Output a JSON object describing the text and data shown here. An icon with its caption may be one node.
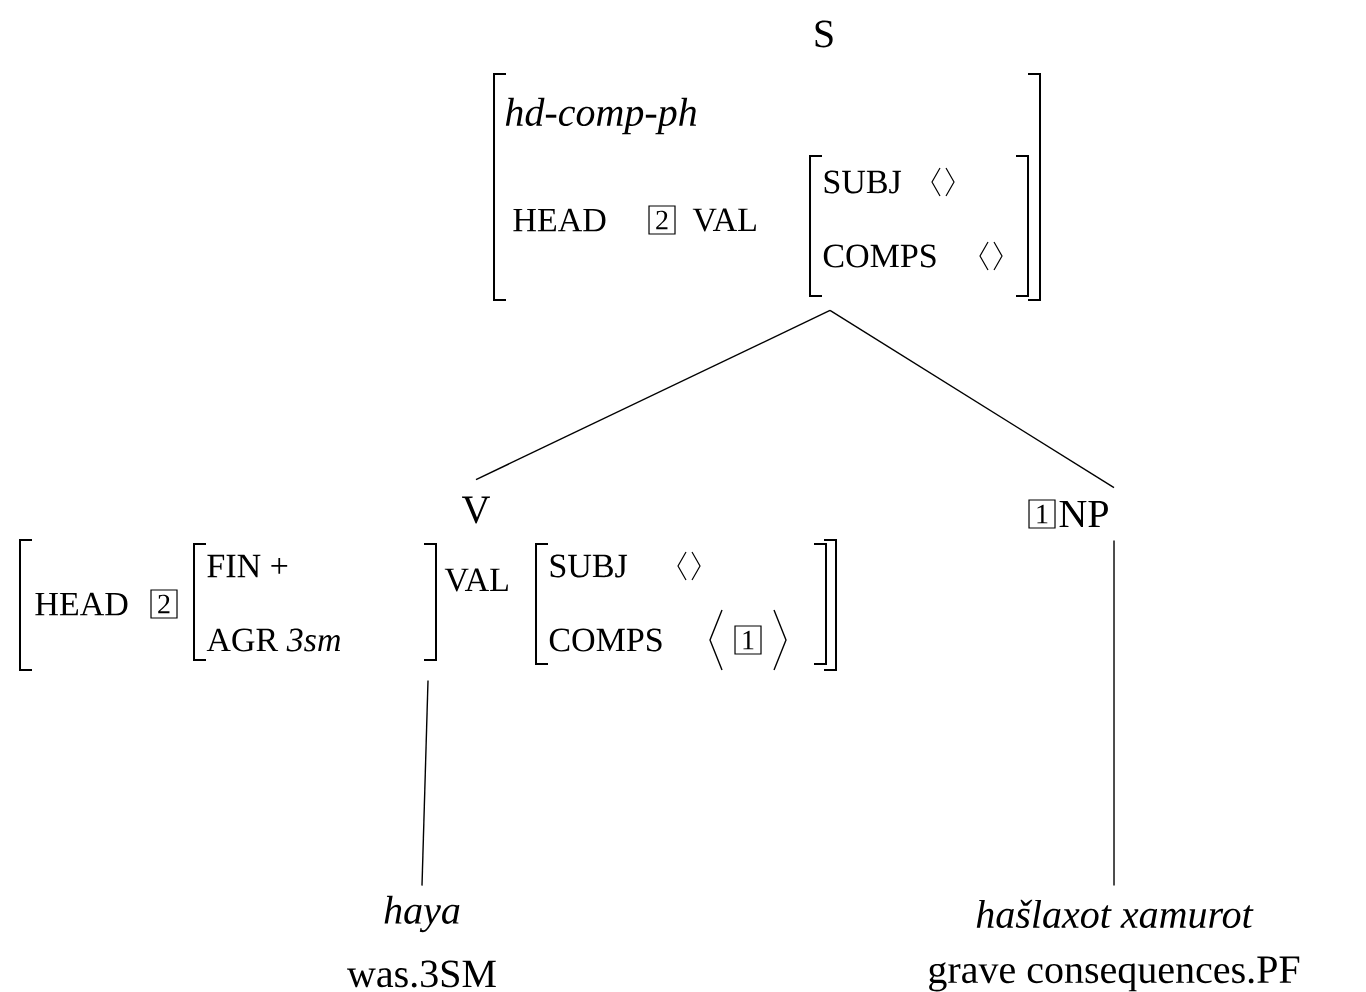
{
  "diagram": {
    "nodes": [
      {
        "text": [
          "S",
          "hd-comp-ph",
          "HEAD",
          "2",
          "VAL",
          "SUBJ",
          "COMPS"
        ]
      },
      {
        "text": [
          "V",
          "HEAD",
          "2",
          "FIN +",
          "AGR *3sm*",
          "VAL",
          "SUBJ",
          "COMPS",
          "1"
        ]
      },
      {
        "text": [
          "1",
          "NP"
        ]
      },
      {
        "text": [
          "haya",
          "was.3SM"
        ]
      },
      {
        "text": [
          "hašlaxot xamurot",
          "grave consequences.PF"
        ]
      }
    ],
    "edges": [
      {
        "from": 0,
        "to": 1,
        "arrow": "none"
      },
      {
        "from": 0,
        "to": 2,
        "arrow": "none"
      },
      {
        "from": 1,
        "to": 3,
        "arrow": "none"
      },
      {
        "from": 2,
        "to": 4,
        "arrow": "none"
      }
    ]
  }
}
